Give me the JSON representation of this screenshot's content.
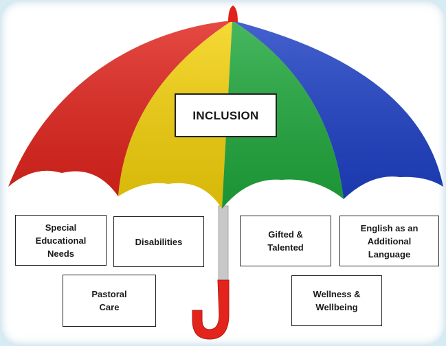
{
  "center_label": "INCLUSION",
  "categories": [
    {
      "id": "sen",
      "label": "Special\nEducational\nNeeds"
    },
    {
      "id": "disabilities",
      "label": "Disabilities"
    },
    {
      "id": "pastoral",
      "label": "Pastoral\nCare"
    },
    {
      "id": "gifted",
      "label": "Gifted &\nTalented"
    },
    {
      "id": "eal",
      "label": "English as an\nAdditional\nLanguage"
    },
    {
      "id": "wellness",
      "label": "Wellness &\nWellbeing"
    }
  ],
  "colors": {
    "red": "#e0221a",
    "yellow": "#f5d20a",
    "green": "#1fa83c",
    "blue": "#1c3fc4",
    "shaft": "#c8c8c8",
    "handle": "#e3241d",
    "background": "#d6ecf4"
  }
}
